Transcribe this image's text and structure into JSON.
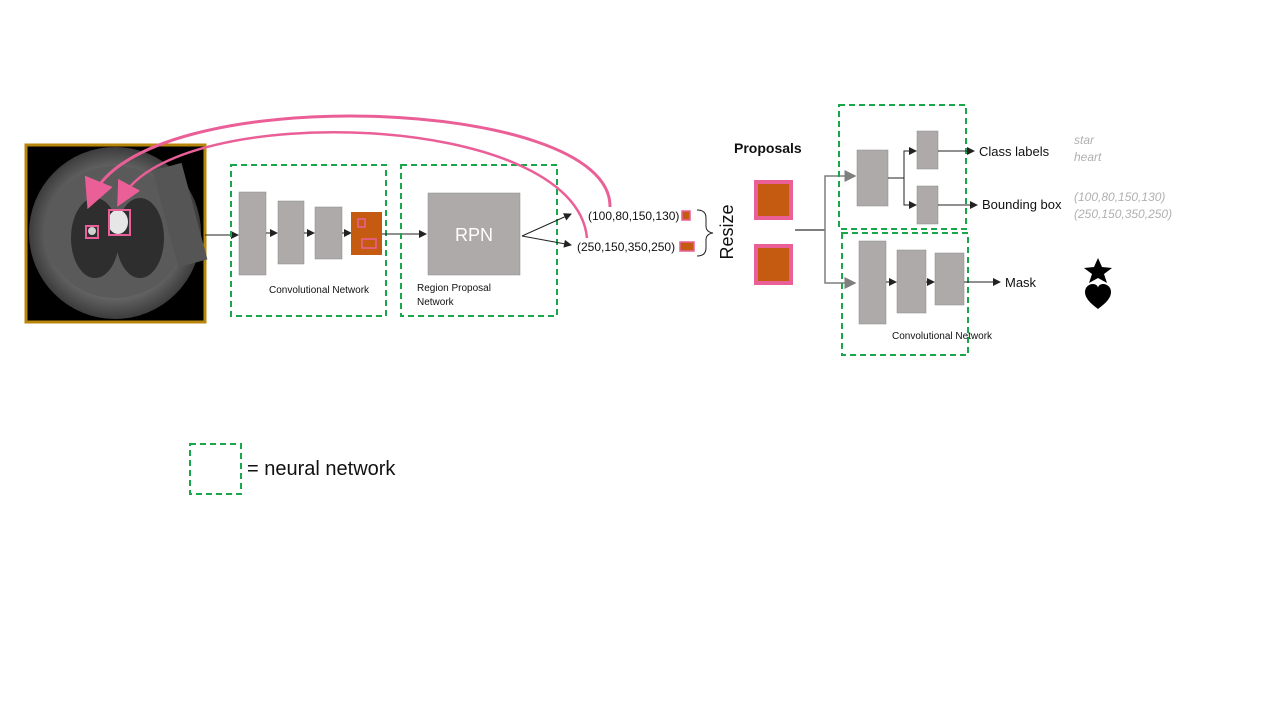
{
  "diagram": {
    "cnn_label": "Convolutional Network",
    "rpn_box_label": "RPN",
    "rpn_caption_line1": "Region Proposal",
    "rpn_caption_line2": "Network",
    "proposal_1": "(100,80,150,130)",
    "proposal_2": "(250,150,350,250)",
    "resize_label": "Resize",
    "proposals_title": "Proposals",
    "class_labels": "Class labels",
    "bounding_box": "Bounding box",
    "mask": "Mask",
    "head_cnn_label": "Convolutional Network",
    "output_class_1": "star",
    "output_class_2": "heart",
    "output_box_1": "(100,80,150,130)",
    "output_box_2": "(250,150,350,250)",
    "legend_text": "= neural network",
    "colors": {
      "nn_border": "#1aa64a",
      "block": "#aeaaaa",
      "feature": "#c55a11",
      "highlight": "#ea5f97",
      "image_frame": "#b8860b",
      "arrow": "#222222"
    },
    "icons": [
      "star-icon",
      "heart-icon"
    ]
  }
}
